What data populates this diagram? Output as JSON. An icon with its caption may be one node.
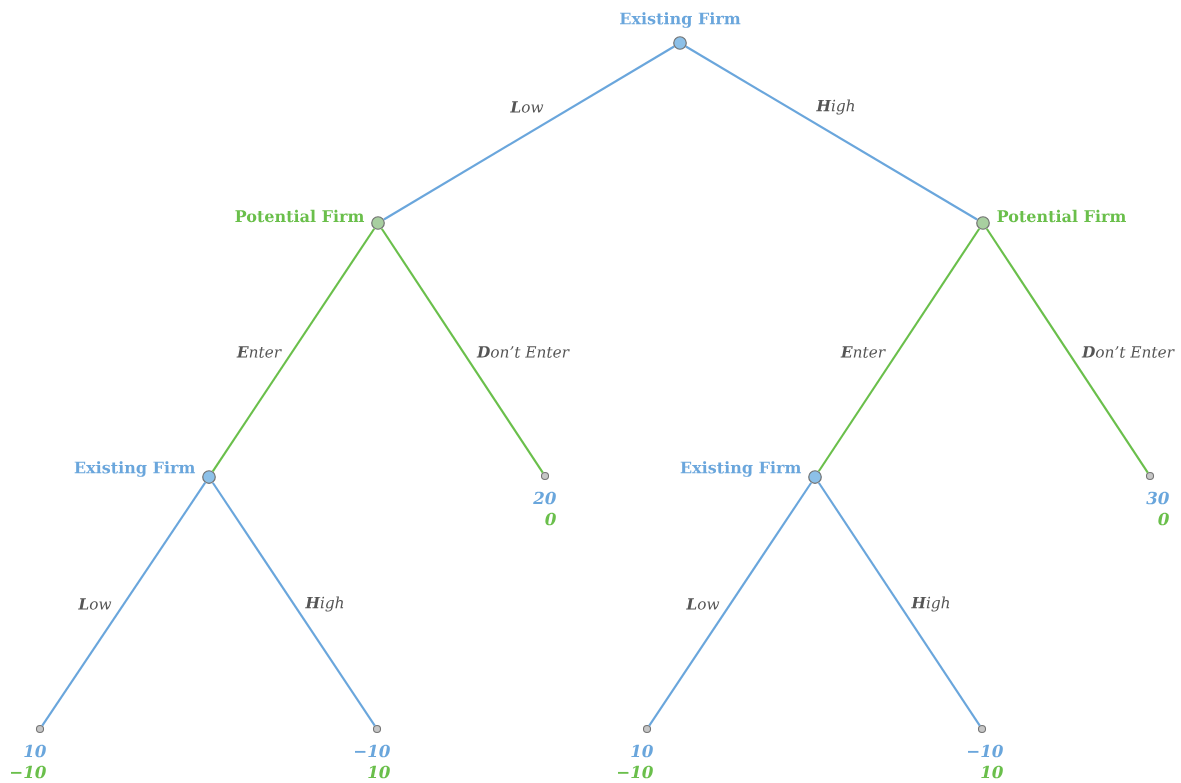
{
  "diagram": {
    "nodes": [
      {
        "text": [
          "Existing Firm"
        ]
      },
      {
        "text": [
          "Potential Firm"
        ]
      },
      {
        "text": [
          "Potential Firm"
        ]
      },
      {
        "text": [
          "Existing Firm"
        ]
      },
      {
        "text": [],
        "shape": "circle",
        "beside": [
          "20",
          "0"
        ]
      },
      {
        "text": [
          "Existing Firm"
        ]
      },
      {
        "text": [],
        "shape": "circle",
        "beside": [
          "30",
          "0"
        ]
      },
      {
        "text": [],
        "shape": "circle",
        "beside": [
          "10",
          "−10"
        ]
      },
      {
        "text": [],
        "shape": "circle",
        "beside": [
          "−10",
          "10"
        ]
      },
      {
        "text": [],
        "shape": "circle",
        "beside": [
          "10",
          "−10"
        ]
      },
      {
        "text": [],
        "shape": "circle",
        "beside": [
          "−10",
          "10"
        ]
      }
    ],
    "edges": [
      {
        "from": 0,
        "to": 1,
        "arrow": "none",
        "label": "**L**ow"
      },
      {
        "from": 0,
        "to": 2,
        "arrow": "none",
        "label": "**H**igh"
      },
      {
        "from": 1,
        "to": 3,
        "arrow": "none",
        "label": "**E**nter",
        "color": "#6abf4b"
      },
      {
        "from": 1,
        "to": 4,
        "arrow": "none",
        "label": "**D**on’t Enter",
        "color": "#6abf4b"
      },
      {
        "from": 2,
        "to": 5,
        "arrow": "none",
        "label": "**E**nter",
        "color": "#6abf4b"
      },
      {
        "from": 2,
        "to": 6,
        "arrow": "none",
        "label": "**D**on’t Enter",
        "color": "#6abf4b"
      },
      {
        "from": 3,
        "to": 7,
        "arrow": "none",
        "label": "**L**ow"
      },
      {
        "from": 3,
        "to": 8,
        "arrow": "none",
        "label": "**H**igh"
      },
      {
        "from": 5,
        "to": 9,
        "arrow": "none",
        "label": "**L**ow"
      },
      {
        "from": 5,
        "to": 10,
        "arrow": "none",
        "label": "**H**igh"
      }
    ]
  }
}
